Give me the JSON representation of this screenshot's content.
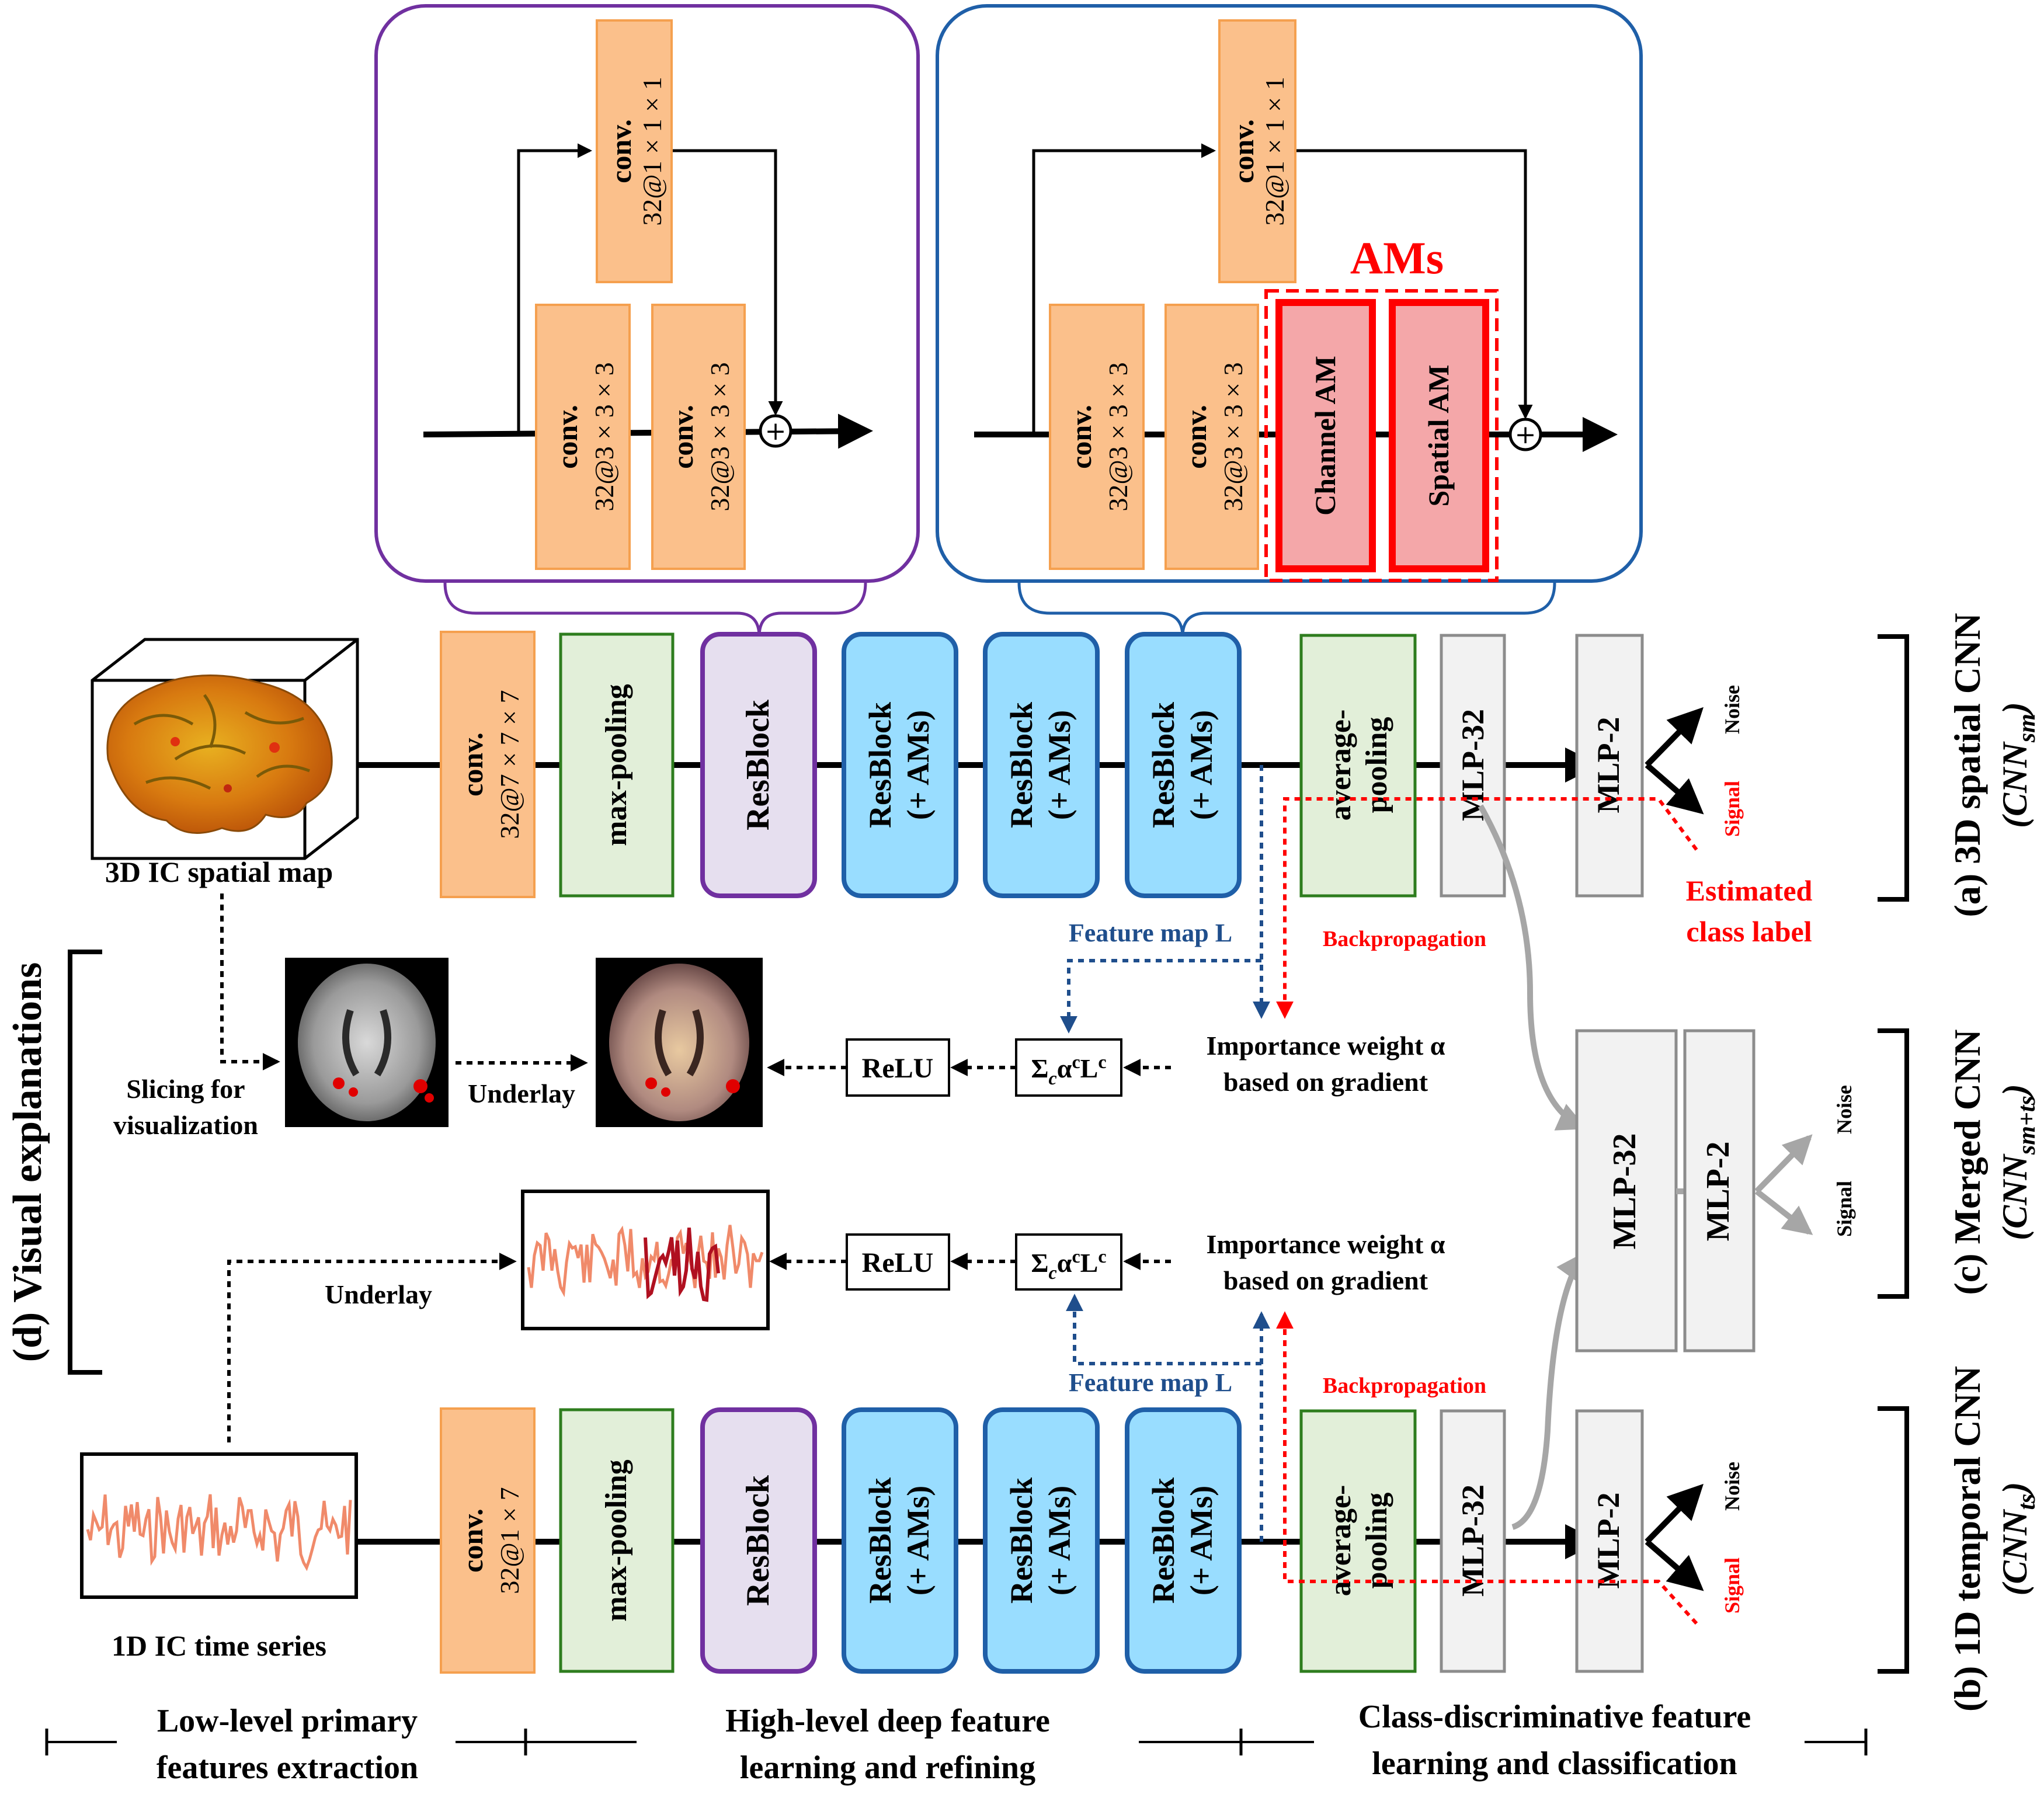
{
  "residual_block": {
    "shortcut_conv": "conv.",
    "shortcut_conv_spec": "32@1 × 1 × 1",
    "conv1": "conv.",
    "conv1_spec": "32@3 × 3 × 3",
    "conv2": "conv.",
    "conv2_spec": "32@3 × 3 × 3"
  },
  "residual_block_am": {
    "shortcut_conv": "conv.",
    "shortcut_conv_spec": "32@1 × 1 × 1",
    "conv1": "conv.",
    "conv1_spec": "32@3 × 3 × 3",
    "conv2": "conv.",
    "conv2_spec": "32@3 × 3 × 3",
    "ams_title": "AMs",
    "channel_am": "Channel AM",
    "spatial_am": "Spatial AM"
  },
  "spatial": {
    "input_label": "3D IC spatial map",
    "conv": "conv.",
    "conv_spec": "32@7 × 7 × 7",
    "maxpool": "max-pooling",
    "resblock": "ResBlock",
    "resblock_am_1": "ResBlock",
    "resblock_am_1_sub": "(+ AMs)",
    "resblock_am_2": "ResBlock",
    "resblock_am_2_sub": "(+ AMs)",
    "resblock_am_3": "ResBlock",
    "resblock_am_3_sub": "(+ AMs)",
    "avgpool_1": "average-",
    "avgpool_2": "pooling",
    "mlp32": "MLP-32",
    "mlp2": "MLP-2",
    "out_noise": "Noise",
    "out_signal": "Signal",
    "estimated_1": "Estimated",
    "estimated_2": "class label",
    "feature_map": "Feature map L",
    "backprop": "Backpropagation",
    "side_label_1": "(a)  3D spatial CNN",
    "side_label_2": "(CNN",
    "side_label_2_sub": "sm",
    "side_label_2_end": ")"
  },
  "temporal": {
    "input_label": "1D IC time series",
    "conv": "conv.",
    "conv_spec": "32@1 × 7",
    "maxpool": "max-pooling",
    "resblock": "ResBlock",
    "resblock_am_1": "ResBlock",
    "resblock_am_1_sub": "(+ AMs)",
    "resblock_am_2": "ResBlock",
    "resblock_am_2_sub": "(+ AMs)",
    "resblock_am_3": "ResBlock",
    "resblock_am_3_sub": "(+ AMs)",
    "avgpool_1": "average-",
    "avgpool_2": "pooling",
    "mlp32": "MLP-32",
    "mlp2": "MLP-2",
    "out_noise": "Noise",
    "out_signal": "Signal",
    "feature_map": "Feature map L",
    "backprop": "Backpropagation",
    "side_label_1": "(b)  1D temporal CNN",
    "side_label_2": "(CNN",
    "side_label_2_sub": "ts",
    "side_label_2_end": ")"
  },
  "merged": {
    "mlp32": "MLP-32",
    "mlp2": "MLP-2",
    "out_noise": "Noise",
    "out_signal": "Signal",
    "side_label_1": "(c)  Merged CNN",
    "side_label_2": "(CNN",
    "side_label_2_sub": "sm+ts",
    "side_label_2_end": ")"
  },
  "visual": {
    "title": "(d)  Visual explanations",
    "slicing_1": "Slicing for",
    "slicing_2": "visualization",
    "underlay_top": "Underlay",
    "underlay_bottom": "Underlay",
    "relu_top": "ReLU",
    "relu_bottom": "ReLU",
    "sum_symbol": "Σ",
    "sum_sub": "c",
    "sum_rest": "α",
    "sum_sup": "c",
    "sum_l": "L",
    "sum_sup2": "c",
    "importance_1": "Importance weight α",
    "importance_2": "based on gradient"
  },
  "stages": {
    "low_1": "Low-level primary",
    "low_2": "features extraction",
    "high_1": "High-level deep feature",
    "high_2": "learning and refining",
    "class_1": "Class-discriminative feature",
    "class_2": "learning and classification"
  },
  "colors": {
    "conv": "#fbc08b",
    "conv_border": "#f5a04f",
    "pool": "#e2efd9",
    "pool_border": "#2e7d1e",
    "resblock": "#e6dfef",
    "resblock_border": "#7030a0",
    "resblock_am": "#99ddff",
    "resblock_am_border": "#1f5fa8",
    "mlp": "#f2f2f2",
    "mlp_border": "#8c8c8c",
    "am_red": "#ff0000",
    "am_fill": "#f4a7a9",
    "feature_map_blue": "#1f4e8c",
    "backprop_red": "#ff0000",
    "merged_gray": "#a6a6a6",
    "brain": "#d87a10",
    "series": "#f08a6a"
  }
}
